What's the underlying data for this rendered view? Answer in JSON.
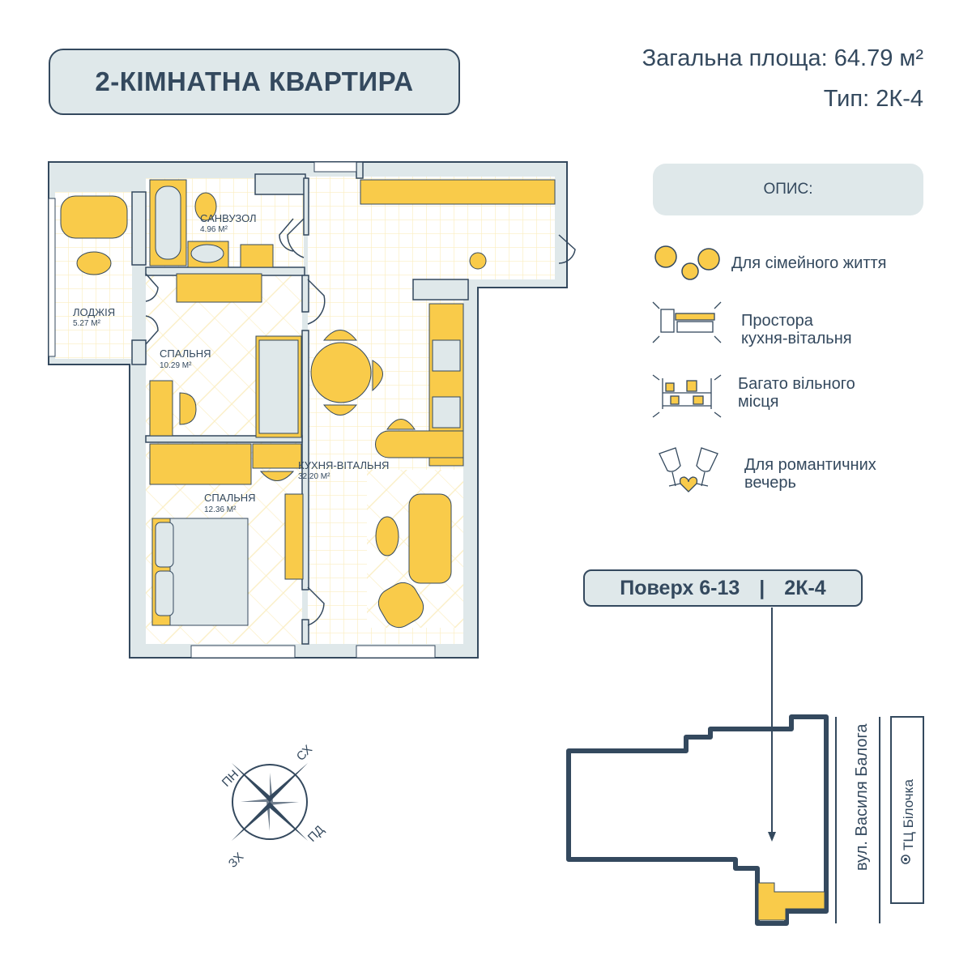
{
  "title": "2-КІМНАТНА КВАРТИРА",
  "total_area": "Загальна площа: 64.79 м²",
  "type": "Тип: 2К-4",
  "description_label": "ОПИС:",
  "features": [
    {
      "icon": "family-icon",
      "text": "Для сімейного життя"
    },
    {
      "icon": "kitchen-living-icon",
      "text_line1": "Простора",
      "text_line2": "кухня-вітальня"
    },
    {
      "icon": "shelves-space-icon",
      "text_line1": "Багато вільного",
      "text_line2": "місця"
    },
    {
      "icon": "wine-glasses-heart-icon",
      "text_line1": "Для романтичних",
      "text_line2": "вечерь"
    }
  ],
  "rooms": [
    {
      "name": "ЛОДЖІЯ",
      "area": "5.27 M²"
    },
    {
      "name": "САНВУЗОЛ",
      "area": "4.96 M²"
    },
    {
      "name": "СПАЛЬНЯ",
      "area": "10.29 M²"
    },
    {
      "name": "СПАЛЬНЯ",
      "area": "12.36 M²"
    },
    {
      "name": "КУХНЯ-ВІТАЛЬНЯ",
      "area": "32.20 M²"
    }
  ],
  "floor_badge": {
    "floors": "Поверх 6-13",
    "separator": "|",
    "type": "2К-4"
  },
  "site_plan": {
    "street": "вул. Василя Балога",
    "landmark": "ТЦ Білочка"
  },
  "compass": {
    "n": "ПН",
    "e": "СХ",
    "s": "ПД",
    "w": "ЗХ"
  },
  "colors": {
    "navy": "#34495e",
    "wall": "#dfe8ea",
    "yellow": "#f9cb4a",
    "grid": "#fbeec1"
  }
}
